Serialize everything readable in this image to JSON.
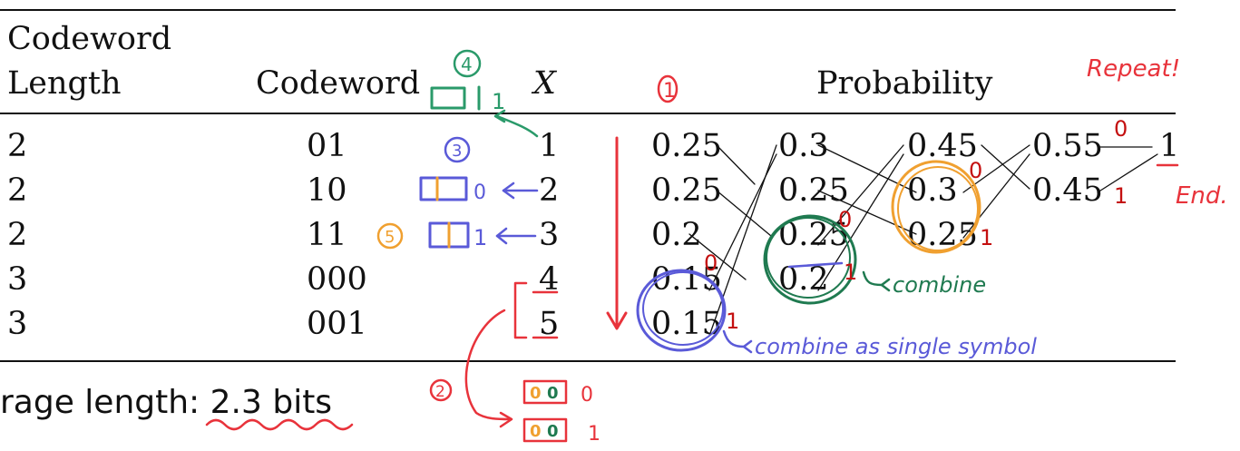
{
  "table": {
    "headers": {
      "length_line1": "Codeword",
      "length_line2": "Length",
      "codeword": "Codeword",
      "x": "X",
      "probability": "Probability"
    },
    "rows": [
      {
        "length": "2",
        "codeword": "01",
        "x": "1"
      },
      {
        "length": "2",
        "codeword": "10",
        "x": "2"
      },
      {
        "length": "2",
        "codeword": "11",
        "x": "3"
      },
      {
        "length": "3",
        "codeword": "000",
        "x": "4"
      },
      {
        "length": "3",
        "codeword": "001",
        "x": "5"
      }
    ],
    "probability_columns": [
      [
        "0.25",
        "0.25",
        "0.2",
        "0.15",
        "0.15"
      ],
      [
        "0.3",
        "0.25",
        "0.25",
        "0.2"
      ],
      [
        "0.45",
        "0.3",
        "0.25"
      ],
      [
        "0.55",
        "0.45"
      ],
      [
        "1"
      ]
    ]
  },
  "footer": {
    "average_length_label": "rage length: ",
    "average_length_value": "2.3 bits"
  },
  "annotations": {
    "repeat": "Repeat!",
    "end": "End.",
    "combine": "combine",
    "combine_single": "combine as single symbol",
    "step_1": "1",
    "step_2": "2",
    "step_3": "3",
    "step_4": "4",
    "step_5": "5",
    "bit_0": "0",
    "bit_1": "1",
    "box_2_digit": "0",
    "box_3_digit": "1",
    "box_4_digit": "1",
    "box_4a_digit": "0",
    "box_5a_digit": "1",
    "colors": {
      "red": "#e8333b",
      "blue": "#5a5ad8",
      "green": "#2a9a6a",
      "orange": "#f0a030",
      "darkgreen": "#1f7a50",
      "bitred": "#c41010"
    }
  }
}
